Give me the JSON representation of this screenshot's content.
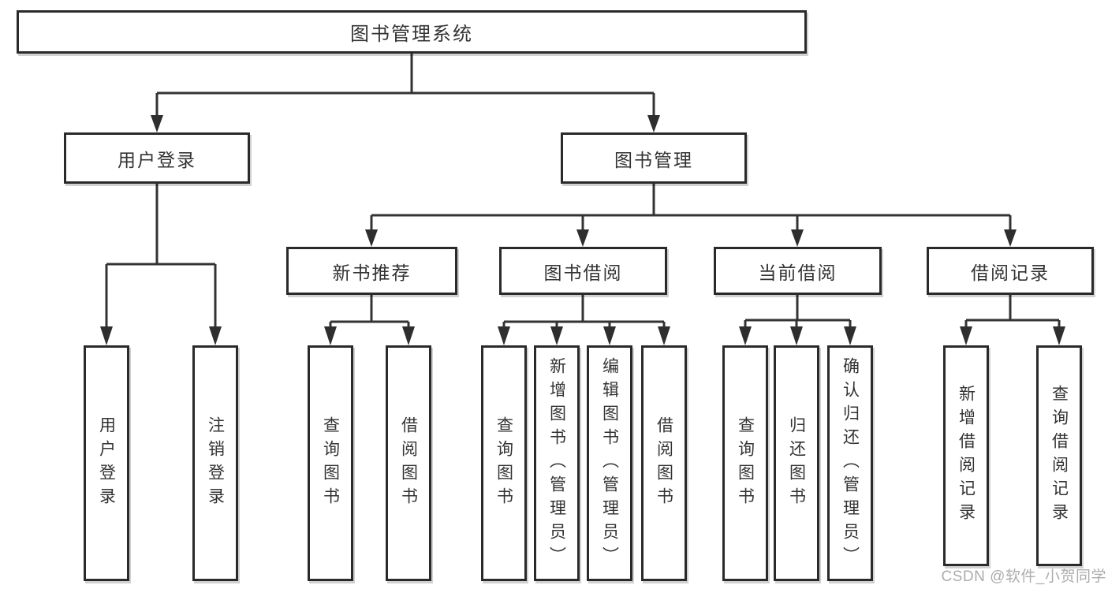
{
  "diagram": {
    "root": {
      "label": "图书管理系统"
    },
    "level2": [
      {
        "label": "用户登录",
        "children": [
          {
            "label": "用户登录"
          },
          {
            "label": "注销登录"
          }
        ]
      },
      {
        "label": "图书管理",
        "children": [
          {
            "label": "新书推荐",
            "children": [
              {
                "label": "查询图书"
              },
              {
                "label": "借阅图书"
              }
            ]
          },
          {
            "label": "图书借阅",
            "children": [
              {
                "label": "查询图书"
              },
              {
                "label": "新增图书（管理员）"
              },
              {
                "label": "编辑图书（管理员）"
              },
              {
                "label": "借阅图书"
              }
            ]
          },
          {
            "label": "当前借阅",
            "children": [
              {
                "label": "查询图书"
              },
              {
                "label": "归还图书"
              },
              {
                "label": "确认归还（管理员）"
              }
            ]
          },
          {
            "label": "借阅记录",
            "children": [
              {
                "label": "新增借阅记录"
              },
              {
                "label": "查询借阅记录"
              }
            ]
          }
        ]
      }
    ]
  },
  "watermark": {
    "text": "CSDN @软件_小贺同学"
  },
  "colors": {
    "line": "#333333",
    "box_border": "#2a2a2a",
    "text": "#333333",
    "watermark": "#9e9e9e",
    "background": "#ffffff"
  }
}
